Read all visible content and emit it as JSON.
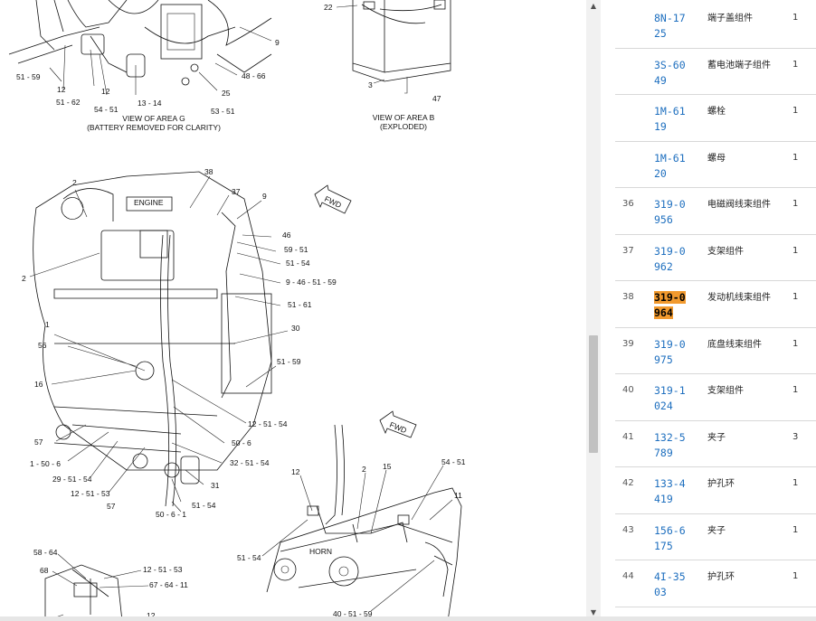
{
  "diagram": {
    "captions": {
      "area_g_line1": "VIEW OF AREA G",
      "area_g_line2": "(BATTERY REMOVED FOR CLARITY)",
      "area_b_line1": "VIEW OF AREA B",
      "area_b_line2": "(EXPLODED)"
    },
    "tags": {
      "engine": "ENGINE",
      "fwd1": "FWD",
      "fwd2": "FWD",
      "horn": "HORN"
    },
    "callouts": {
      "c51_59a": "51 - 59",
      "c12a": "12",
      "c51_62": "51 - 62",
      "c12b": "12",
      "c54_51a": "54 - 51",
      "c13_14": "13 - 14",
      "c53_51": "53 - 51",
      "c25": "25",
      "c48_66": "48 - 66",
      "c9a": "9",
      "c22": "22",
      "c3": "3",
      "c47": "47",
      "c2a": "2",
      "c38": "38",
      "c37": "37",
      "c9b": "9",
      "c46": "46",
      "c59_51": "59 - 51",
      "c51_54a": "51 - 54",
      "c9_46_51_59": "9 - 46 - 51 - 59",
      "c51_61": "51 - 61",
      "c30": "30",
      "c51_59b": "51 - 59",
      "c2b": "2",
      "c1": "1",
      "c56": "56",
      "c16": "16",
      "c12_51_54": "12 - 51 - 54",
      "c50_6a": "50 - 6",
      "c57a": "57",
      "c1_50_6": "1 - 50 - 6",
      "c29_51_54": "29 - 51 - 54",
      "c32_51_54": "32 - 51 - 54",
      "c12_51_53a": "12 - 51 - 53",
      "c57b": "57",
      "c31": "31",
      "c51_54b": "51 - 54",
      "c50_6_1": "50 - 6 - 1",
      "c58_64": "58 - 64",
      "c68": "68",
      "c12_51_53b": "12 - 51 - 53",
      "c67_64_11": "67 - 64 - 11",
      "c12c": "12",
      "c12d": "12",
      "c2c": "2",
      "c15": "15",
      "c54_51b": "54 - 51",
      "c11": "11",
      "c51_54c": "51 - 54",
      "c40_51_59": "40 - 51 - 59"
    }
  },
  "scrollbar": {
    "up_arrow": "▲",
    "down_arrow": "▼"
  },
  "parts": [
    {
      "seq": "",
      "pn": "8N-1725",
      "desc": "端子盖组件",
      "qty": "1",
      "highlight": false
    },
    {
      "seq": "",
      "pn": "3S-6049",
      "desc": "蓄电池端子组件",
      "qty": "1",
      "highlight": false
    },
    {
      "seq": "",
      "pn": "1M-6119",
      "desc": "螺栓",
      "qty": "1",
      "highlight": false
    },
    {
      "seq": "",
      "pn": "1M-6120",
      "desc": "螺母",
      "qty": "1",
      "highlight": false
    },
    {
      "seq": "36",
      "pn": "319-0956",
      "desc": "电磁阀线束组件",
      "qty": "1",
      "highlight": false
    },
    {
      "seq": "37",
      "pn": "319-0962",
      "desc": "支架组件",
      "qty": "1",
      "highlight": false
    },
    {
      "seq": "38",
      "pn": "319-0964",
      "desc": "发动机线束组件",
      "qty": "1",
      "highlight": true
    },
    {
      "seq": "39",
      "pn": "319-0975",
      "desc": "底盘线束组件",
      "qty": "1",
      "highlight": false
    },
    {
      "seq": "40",
      "pn": "319-1024",
      "desc": "支架组件",
      "qty": "1",
      "highlight": false
    },
    {
      "seq": "41",
      "pn": "132-5789",
      "desc": "夹子",
      "qty": "3",
      "highlight": false
    },
    {
      "seq": "42",
      "pn": "133-4419",
      "desc": "护孔环",
      "qty": "1",
      "highlight": false
    },
    {
      "seq": "43",
      "pn": "156-6175",
      "desc": "夹子",
      "qty": "1",
      "highlight": false
    },
    {
      "seq": "44",
      "pn": "4I-3503",
      "desc": "护孔环",
      "qty": "1",
      "highlight": false
    }
  ]
}
